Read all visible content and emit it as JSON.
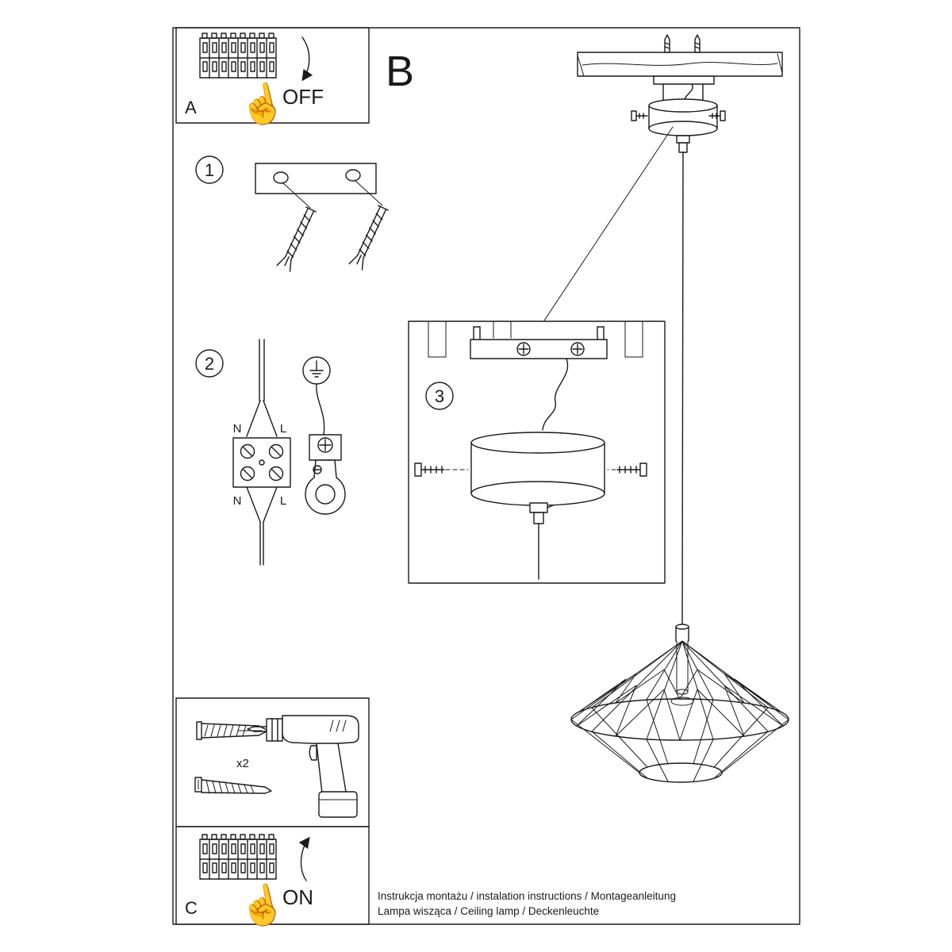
{
  "page": {
    "labels": {
      "panel_a": "A",
      "panel_b": "B",
      "panel_c": "C"
    },
    "breaker": {
      "off": "OFF",
      "on": "ON"
    },
    "steps": {
      "s1": "1",
      "s2": "2",
      "s3": "3"
    },
    "wiring": {
      "n_top": "N",
      "l_top": "L",
      "n_bottom": "N",
      "l_bottom": "L"
    },
    "hardware": {
      "plug_qty": "x2"
    },
    "icons": {
      "hand": "☝"
    },
    "footer": {
      "line1": "Instrukcja montażu / instalation instructions / Montageanleitung",
      "line2": "Lampa wisząca / Ceiling lamp / Deckenleuchte"
    },
    "colors": {
      "ink": "#1a1a1a",
      "paper": "#ffffff"
    }
  }
}
